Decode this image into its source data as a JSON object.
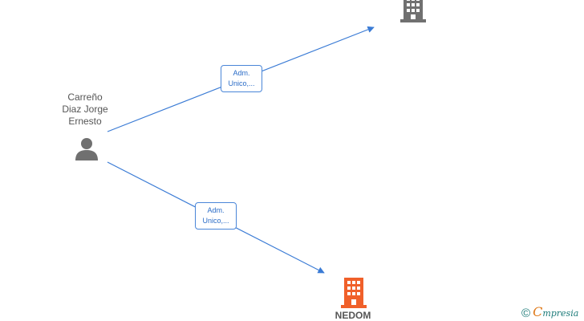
{
  "person": {
    "name_lines": [
      "Carreño",
      "Diaz Jorge",
      "Ernesto"
    ]
  },
  "companies": [
    {
      "name": ""
    },
    {
      "name": "NEDOM"
    }
  ],
  "edges": [
    {
      "label_lines": [
        "Adm.",
        "Unico,..."
      ]
    },
    {
      "label_lines": [
        "Adm.",
        "Unico,..."
      ]
    }
  ],
  "brand": {
    "copyright": "©",
    "initial": "C",
    "rest": "mpresia"
  },
  "colors": {
    "edge": "#3a7bd5",
    "person_icon": "#707070",
    "company_gray": "#707070",
    "company_highlight": "#f0602a"
  },
  "icons": {
    "person": "person-icon",
    "company": "building-icon"
  }
}
